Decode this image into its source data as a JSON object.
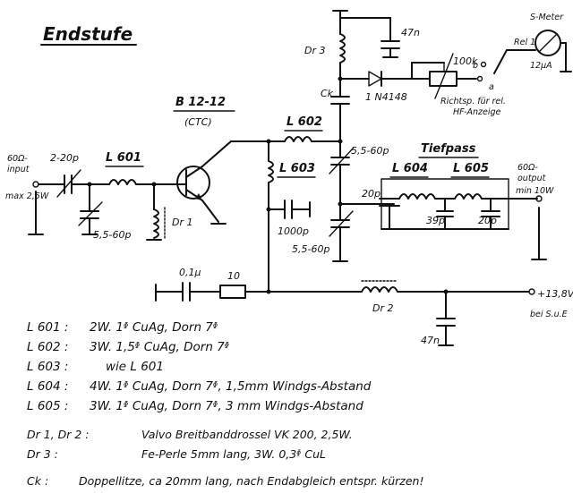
{
  "title": "Endstufe",
  "transistor": {
    "type": "B 12-12",
    "maker": "(CTC)"
  },
  "input": {
    "line1": "60Ω-",
    "line2": "input",
    "line3": "max 2,5W"
  },
  "output": {
    "line1": "60Ω-",
    "line2": "output",
    "line3": "min 10W"
  },
  "supply": {
    "voltage": "+13,8V",
    "condition": "bei S.u.E"
  },
  "meter": {
    "label1": "S-Meter",
    "label2": "12μA",
    "relay": "Rel 1",
    "pos_a": "a",
    "pos_b": "b"
  },
  "rectifier": {
    "line1": "Richtsp. für rel.",
    "line2": "HF-Anzeige"
  },
  "filter_title": "Tiefpass",
  "components": {
    "c_input": "2-20p",
    "c_trim1": "5,5-60p",
    "c_trim2": "5,5-60p",
    "c_trim3": "5,5-60p",
    "c_1000": "1000p",
    "c_47n_top": "47n",
    "c_47n_bottom": "47n",
    "c_01": "0,1μ",
    "c_20p_left": "20p",
    "c_20p_right": "20p",
    "c_39p": "39p",
    "r_10": "10",
    "r_100k": "100k",
    "diode": "1 N4148",
    "ck": "Ck",
    "dr1": "Dr 1",
    "dr2": "Dr 2",
    "dr3": "Dr 3",
    "l601": "L 601",
    "l602": "L 602",
    "l603": "L 603",
    "l604": "L 604",
    "l605": "L 605"
  },
  "notes": [
    {
      "ref": "L 601 :",
      "text": "2W. 1ᶲ CuAg, Dorn 7ᶲ"
    },
    {
      "ref": "L 602 :",
      "text": "3W. 1,5ᶲ CuAg, Dorn 7ᶲ"
    },
    {
      "ref": "L 603 :",
      "text": "wie L 601"
    },
    {
      "ref": "L 604 :",
      "text": "4W. 1ᶲ CuAg, Dorn 7ᶲ, 1,5mm Windgs-Abstand"
    },
    {
      "ref": "L 605 :",
      "text": "3W. 1ᶲ CuAg, Dorn 7ᶲ, 3 mm Windgs-Abstand"
    }
  ],
  "dr_notes": [
    {
      "ref": "Dr 1, Dr 2 :",
      "text": "Valvo Breitbanddrossel VK 200, 2,5W."
    },
    {
      "ref": "Dr 3 :",
      "text": "Fe-Perle 5mm lang, 3W. 0,3ᶲ CuL"
    }
  ],
  "ck_note": {
    "ref": "Ck :",
    "text": "Doppellitze, ca 20mm lang, nach Endabgleich entspr. kürzen!"
  }
}
